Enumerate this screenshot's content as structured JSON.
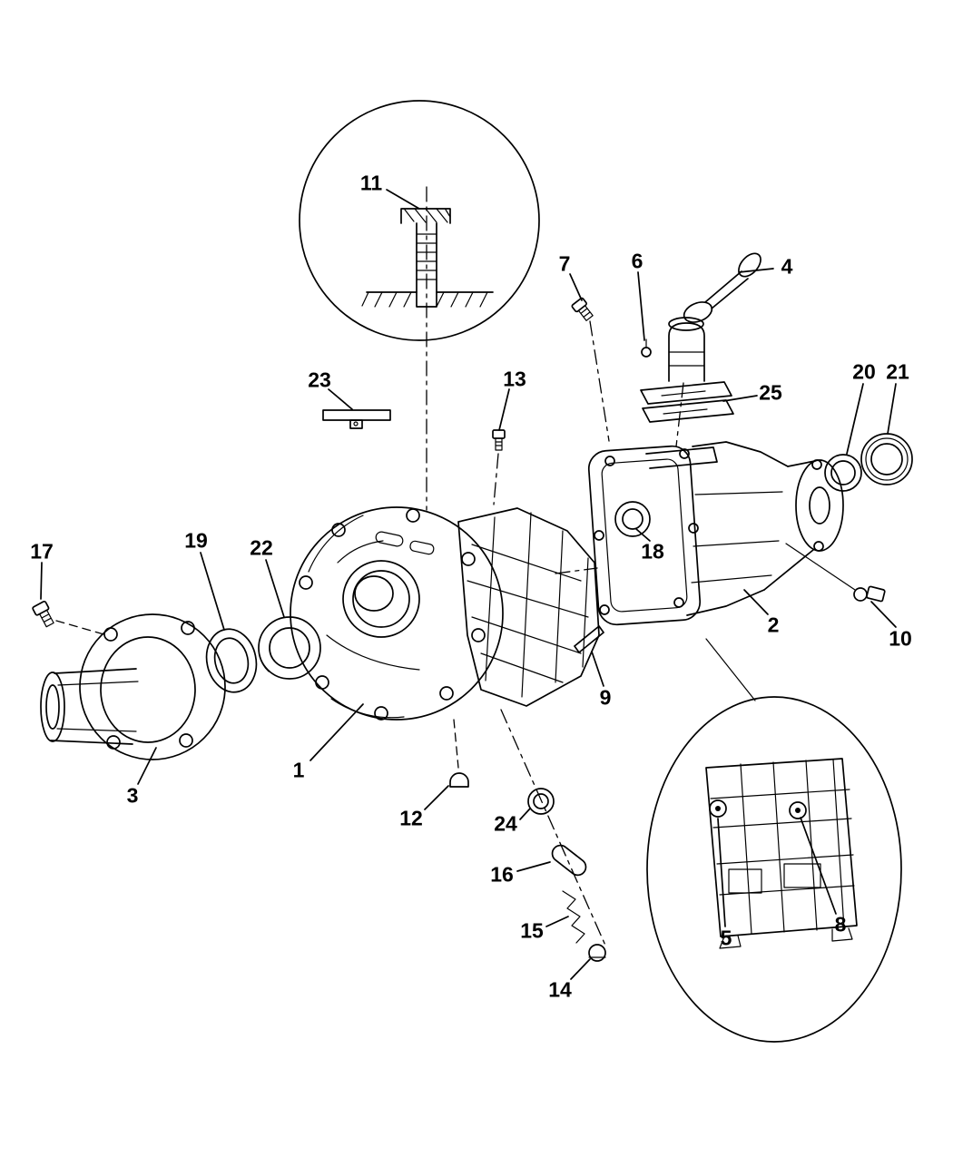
{
  "diagram": {
    "background": "#ffffff",
    "line_color": "#000000",
    "kind": "exploded-parts-diagram"
  },
  "callouts": [
    {
      "label": "1"
    },
    {
      "label": "2"
    },
    {
      "label": "3"
    },
    {
      "label": "4"
    },
    {
      "label": "5"
    },
    {
      "label": "6"
    },
    {
      "label": "7"
    },
    {
      "label": "8"
    },
    {
      "label": "9"
    },
    {
      "label": "10"
    },
    {
      "label": "11"
    },
    {
      "label": "12"
    },
    {
      "label": "13"
    },
    {
      "label": "14"
    },
    {
      "label": "15"
    },
    {
      "label": "16"
    },
    {
      "label": "17"
    },
    {
      "label": "18"
    },
    {
      "label": "19"
    },
    {
      "label": "20"
    },
    {
      "label": "21"
    },
    {
      "label": "22"
    },
    {
      "label": "23"
    },
    {
      "label": "24"
    },
    {
      "label": "25"
    }
  ]
}
